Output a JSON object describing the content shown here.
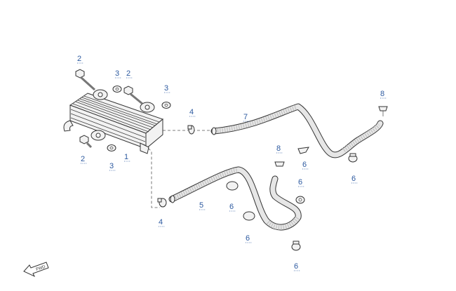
{
  "callouts": {
    "radiator": "1",
    "bolt_top": "2",
    "bolt_top_right": "2",
    "bolt_bottom": "2",
    "washer_top": "3",
    "washer_right": "3",
    "washer_bottom": "3",
    "clamp_upper": "4",
    "clamp_lower": "4",
    "hose_lower": "5",
    "grommet_left": "6",
    "grommet_left_low": "6",
    "grommet_mid": "6",
    "grommet_right": "6",
    "grommet_lower_right": "6",
    "grommet_bottom": "6",
    "hose_upper": "7",
    "clip_right": "8",
    "clip_mid": "8"
  },
  "fwd_label": "FWD"
}
